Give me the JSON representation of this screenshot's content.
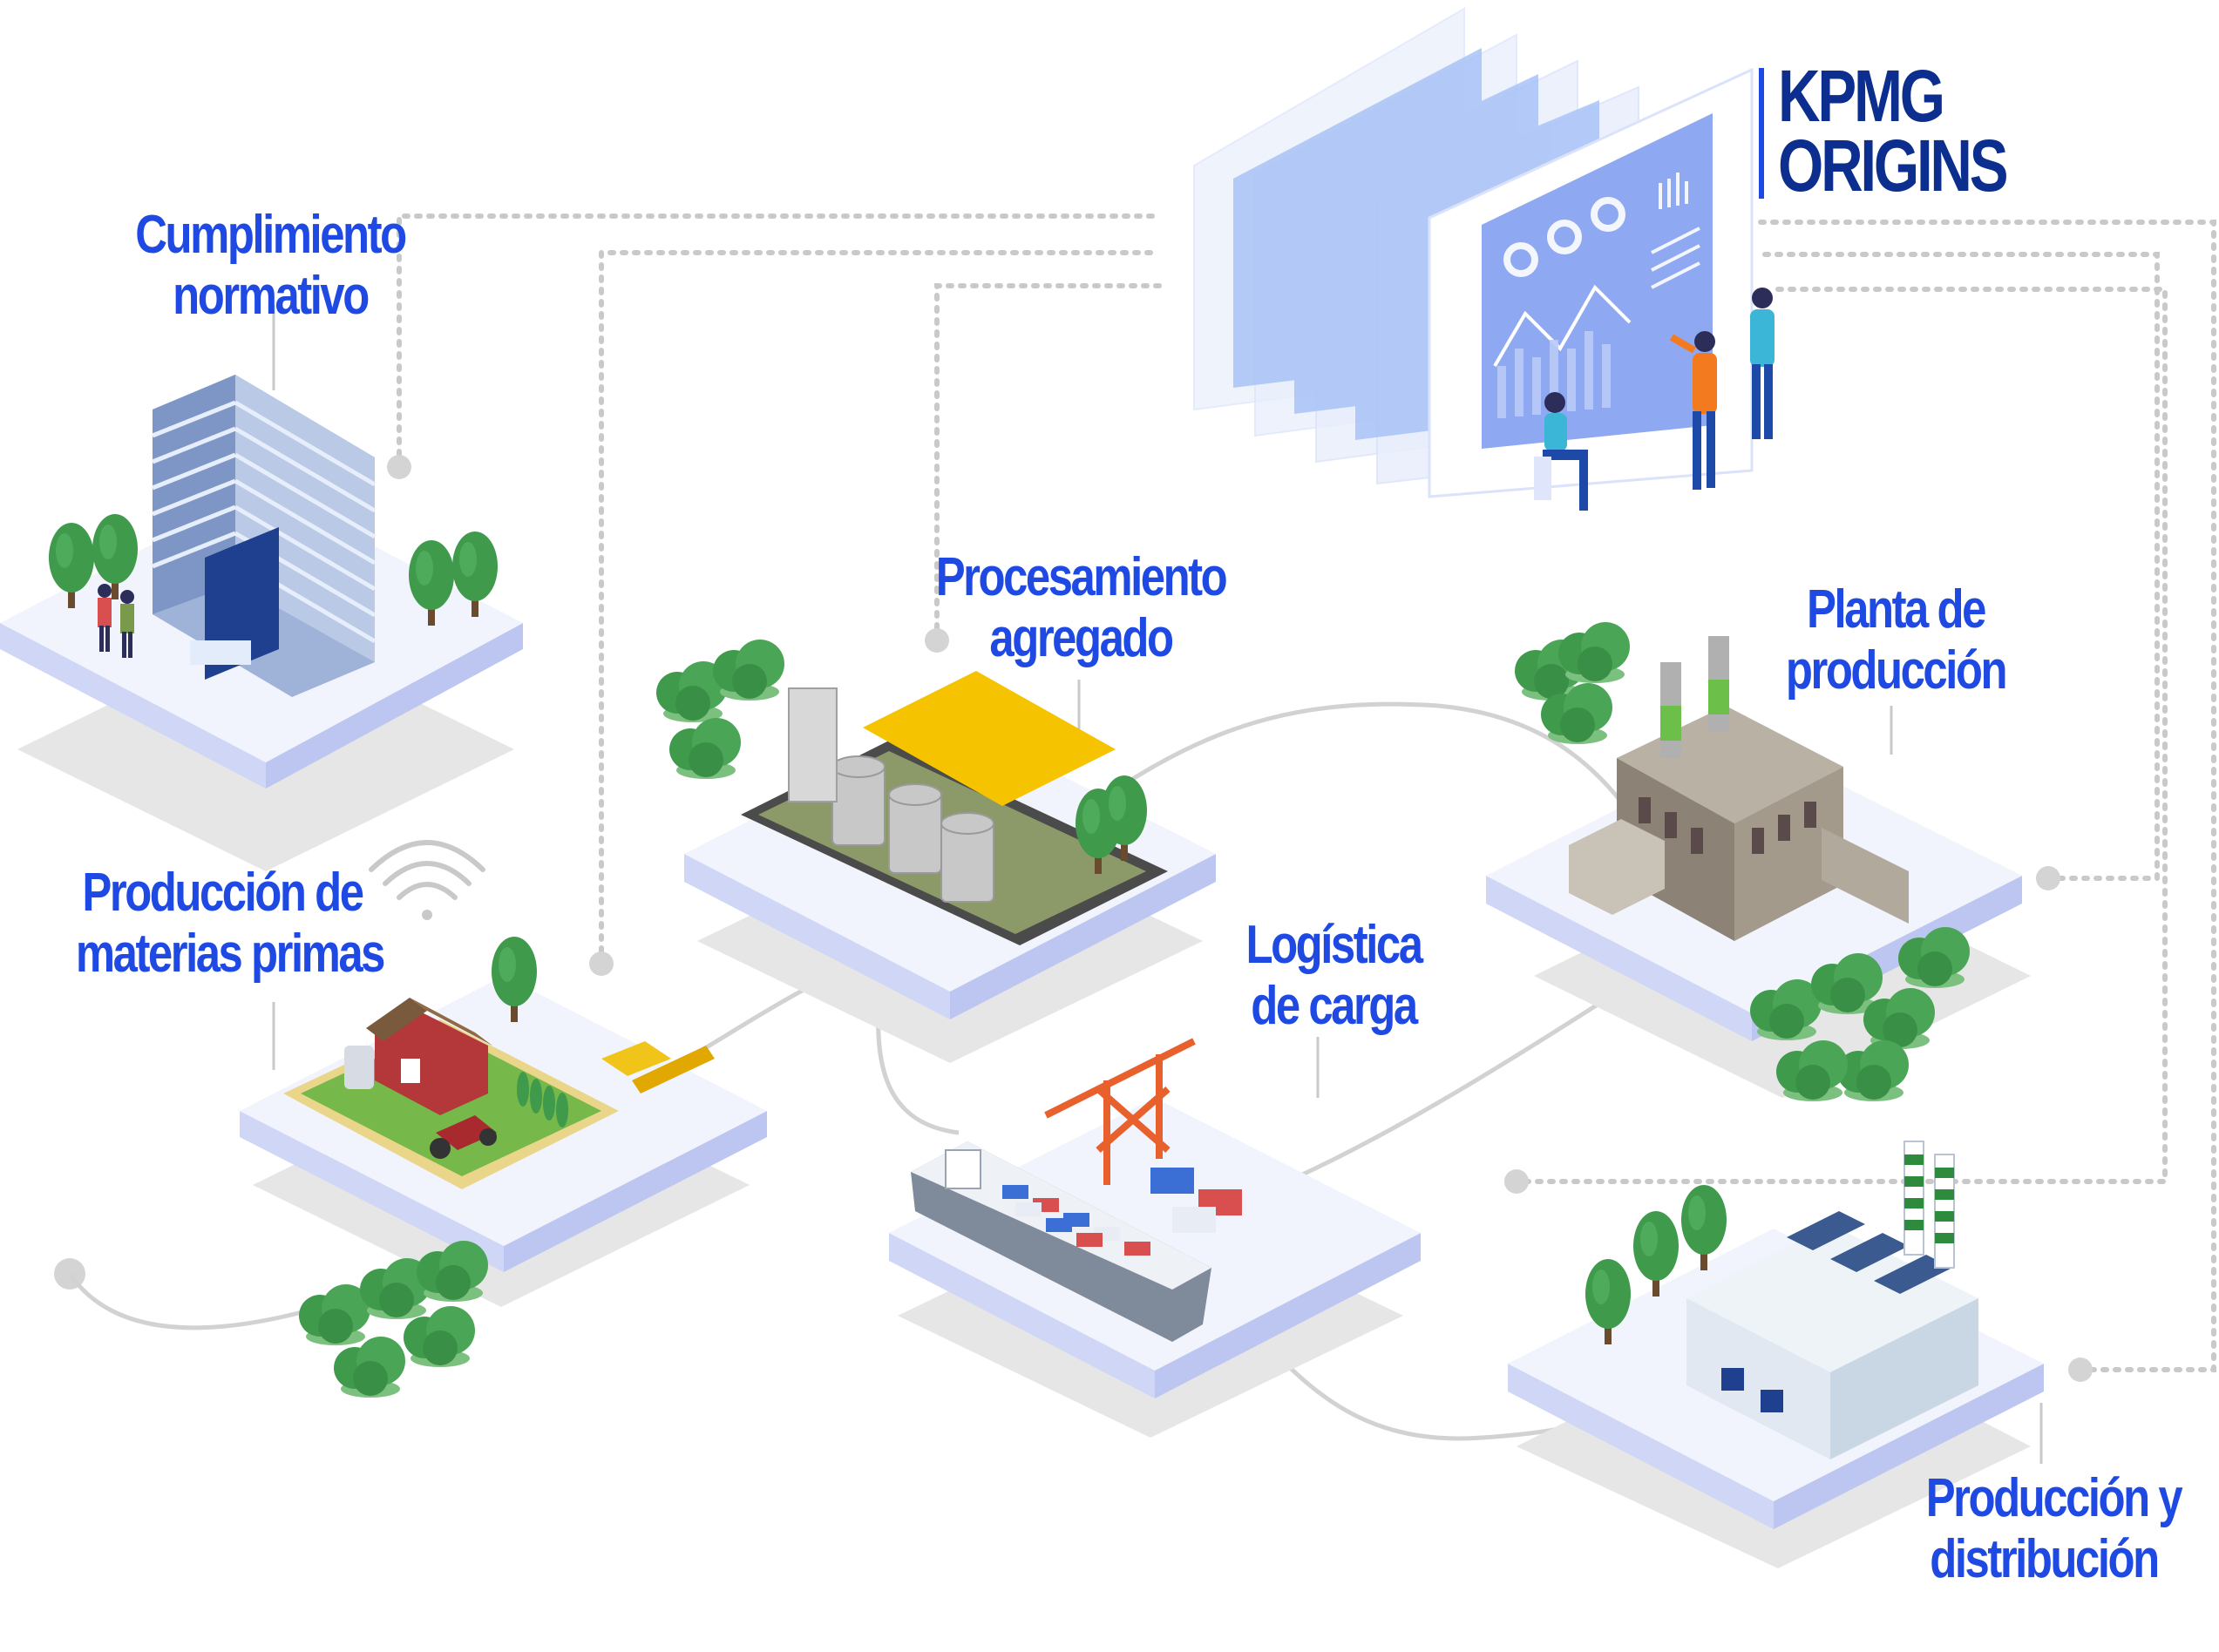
{
  "logo": {
    "line1": "KPMG",
    "line2": "ORIGINS"
  },
  "stages": {
    "cumplimiento": {
      "line1": "Cumplimiento",
      "line2": "normativo"
    },
    "materias": {
      "line1": "Producción de",
      "line2": "materias primas"
    },
    "procesamiento": {
      "line1": "Procesamiento",
      "line2": "agregado"
    },
    "logistica": {
      "line1": "Logística",
      "line2": "de carga"
    },
    "planta": {
      "line1": "Planta de",
      "line2": "producción"
    },
    "distribucion": {
      "line1": "Producción y",
      "line2": "distribución"
    }
  },
  "colors": {
    "label": "#1e49e2",
    "logo": "#0c2f8f",
    "platform_top": "#f2f4fd",
    "platform_edge": "#cfd6f6",
    "shadow": "#e6e6e6",
    "connector": "#c9c9c9",
    "tree": "#3f9a4b",
    "screen": "#8fa8f2"
  },
  "icons": [
    "office-building-icon",
    "farm-icon",
    "silo-icon",
    "cargo-ship-icon",
    "factory-icon",
    "warehouse-icon",
    "dashboard-screen-icon",
    "wifi-icon",
    "tree-icon",
    "person-icon"
  ]
}
